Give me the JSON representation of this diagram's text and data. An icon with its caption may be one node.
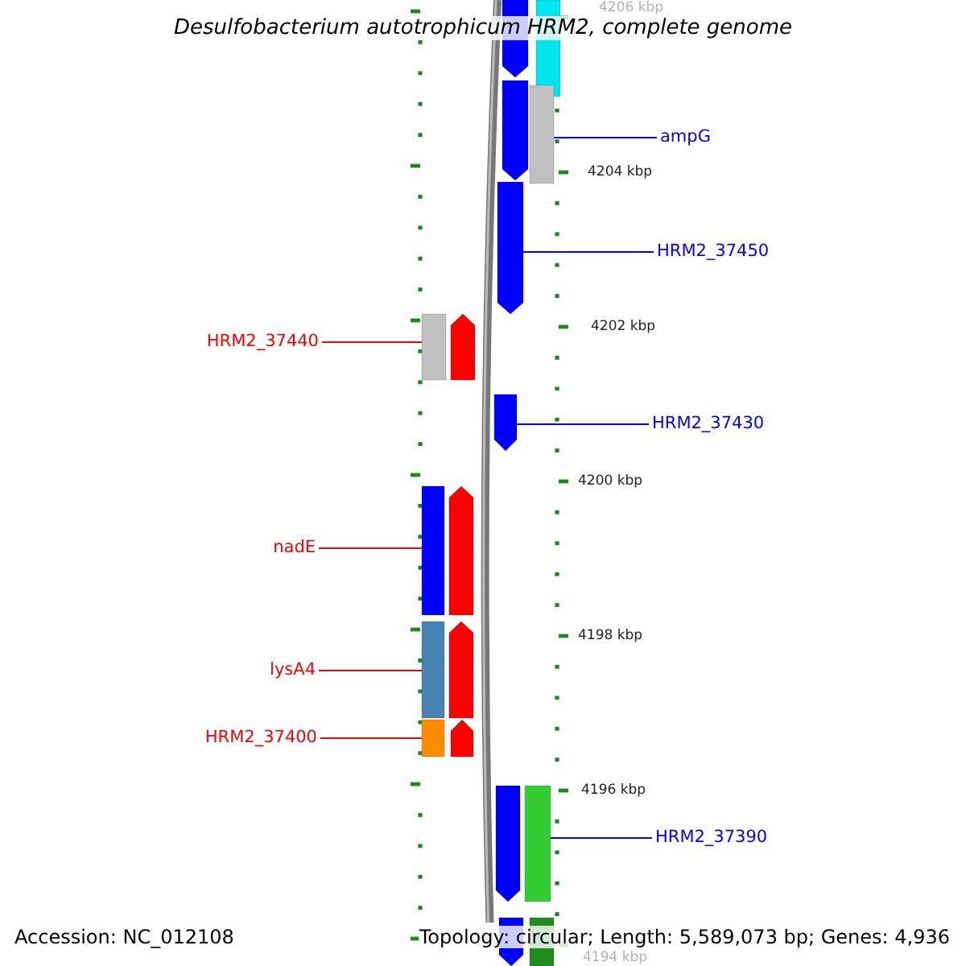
{
  "diagram": {
    "title": "Desulfobacterium autotrophicum HRM2, complete genome",
    "nodes": [
      {
        "text": [],
        "shape": "arrow"
      },
      {
        "text": [],
        "shape": "bar"
      },
      {
        "text": [],
        "shape": "arrow"
      },
      {
        "text": [],
        "shape": "bar"
      },
      {
        "text": [
          "ampG"
        ]
      },
      {
        "text": [],
        "shape": "arrow"
      },
      {
        "text": [
          "HRM2_37450"
        ]
      },
      {
        "text": [],
        "shape": "bar"
      },
      {
        "text": [],
        "shape": "arrow"
      },
      {
        "text": [
          "HRM2_37440"
        ]
      },
      {
        "text": [],
        "shape": "arrow"
      },
      {
        "text": [
          "HRM2_37430"
        ]
      },
      {
        "text": [],
        "shape": "bar"
      },
      {
        "text": [],
        "shape": "arrow"
      },
      {
        "text": [
          "nadE"
        ]
      },
      {
        "text": [],
        "shape": "bar"
      },
      {
        "text": [],
        "shape": "arrow"
      },
      {
        "text": [
          "lysA4"
        ]
      },
      {
        "text": [],
        "shape": "bar"
      },
      {
        "text": [],
        "shape": "arrow"
      },
      {
        "text": [
          "HRM2_37400"
        ]
      },
      {
        "text": [],
        "shape": "arrow"
      },
      {
        "text": [],
        "shape": "bar"
      },
      {
        "text": [
          "HRM2_37390"
        ]
      },
      {
        "text": [],
        "shape": "arrow"
      },
      {
        "text": [],
        "shape": "bar"
      }
    ],
    "edges": [
      {
        "from": 4,
        "to": 3,
        "arrow": "none"
      },
      {
        "from": 6,
        "to": 5,
        "arrow": "none"
      },
      {
        "from": 9,
        "to": 7,
        "arrow": "none",
        "color": "#ff0000"
      },
      {
        "from": 11,
        "to": 10,
        "arrow": "none"
      },
      {
        "from": 14,
        "to": 12,
        "arrow": "none",
        "color": "#ff0000"
      },
      {
        "from": 17,
        "to": 15,
        "arrow": "none",
        "color": "#ff0000"
      },
      {
        "from": 20,
        "to": 18,
        "arrow": "none",
        "color": "#ff0000"
      },
      {
        "from": 23,
        "to": 22,
        "arrow": "none"
      }
    ],
    "labels": [
      "4206 kbp",
      "4204 kbp",
      "4202 kbp",
      "4200 kbp",
      "4198 kbp",
      "4196 kbp",
      "4194 kbp",
      "Accession: NC_012108",
      "Topology: circular; Length: 5,589,073 bp; Genes: 4,936"
    ]
  }
}
